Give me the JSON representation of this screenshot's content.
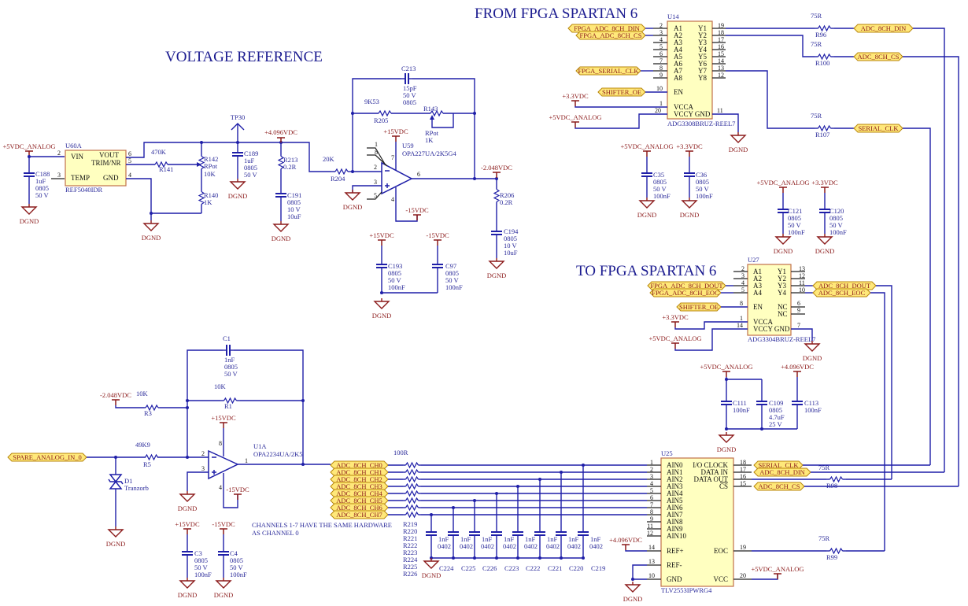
{
  "titles": {
    "voltage_reference": "VOLTAGE REFERENCE",
    "from_fpga": "FROM FPGA SPARTAN 6",
    "to_fpga": "TO FPGA SPARTAN 6"
  },
  "power": {
    "p5va": "+5VDC_ANALOG",
    "p33": "+3.3VDC",
    "p4096": "+4.096VDC",
    "m2048": "-2.048VDC",
    "p15": "+15VDC",
    "m15": "-15VDC",
    "gnd": "DGND",
    "tp30": "TP30"
  },
  "ports": {
    "fpga_din": "FPGA_ADC_8CH_DIN",
    "fpga_cs": "FPGA_ADC_8CH_CS",
    "fpga_clk": "FPGA_SERIAL_CLK",
    "shifter_oe": "SHIFTER_OE",
    "adc_din": "ADC_8CH_DIN",
    "adc_cs": "ADC_8CH_CS",
    "serial_clk": "SERIAL_CLK",
    "fpga_dout": "FPGA_ADC_8CH_DOUT",
    "fpga_eoc": "FPGA_ADC_8CH_EOC",
    "adc_dout": "ADC_8CH_DOUT",
    "adc_eoc": "ADC_8CH_EOC",
    "spare_in": "SPARE_ANALOG_IN_0",
    "channels": [
      "ADC_8CH_CH0",
      "ADC_8CH_CH1",
      "ADC_8CH_CH2",
      "ADC_8CH_CH3",
      "ADC_8CH_CH4",
      "ADC_8CH_CH5",
      "ADC_8CH_CH6",
      "ADC_8CH_CH7"
    ]
  },
  "ics": {
    "U60A": {
      "ref": "U60A",
      "part": "REF5040IDR",
      "vin": "VIN",
      "vout": "VOUT",
      "trim": "TRIM/NR",
      "temp": "TEMP",
      "gnd": "GND",
      "pins": {
        "vin": "2",
        "temp": "3",
        "vout": "6",
        "trim": "5",
        "gnd": "4"
      }
    },
    "U59": {
      "ref": "U59",
      "part": "OPA227UA/2K5G4",
      "pins": [
        "1",
        "8",
        "2",
        "3",
        "5",
        "7",
        "4",
        "6"
      ]
    },
    "U1A": {
      "ref": "U1A",
      "part": "OPA2234UA/2K5",
      "pins": [
        "2",
        "3",
        "1",
        "8",
        "4"
      ]
    },
    "U14": {
      "ref": "U14",
      "part": "ADG3308BRUZ-REEL7",
      "left": [
        "A1",
        "A2",
        "A3",
        "A4",
        "A5",
        "A6",
        "A7",
        "A8"
      ],
      "right": [
        "Y1",
        "Y2",
        "Y3",
        "Y4",
        "Y5",
        "Y6",
        "Y7",
        "Y8"
      ],
      "en": "EN",
      "vcca": "VCCA",
      "vccy_gnd": "VCCY GND",
      "left_pins": [
        "2",
        "3",
        "4",
        "5",
        "6",
        "7",
        "8",
        "9"
      ],
      "right_pins": [
        "19",
        "18",
        "17",
        "16",
        "15",
        "14",
        "13",
        "12"
      ],
      "en_pin": "10",
      "vcca_pin": "1",
      "vccy_pin": "20",
      "gnd_pin": "11"
    },
    "U27": {
      "ref": "U27",
      "part": "ADG3304BRUZ-REEL7",
      "left": [
        "A1",
        "A2",
        "A3",
        "A4"
      ],
      "right": [
        "Y1",
        "Y2",
        "Y3",
        "Y4"
      ],
      "en": "EN",
      "nc": "NC",
      "vcca": "VCCA",
      "vccy_gnd": "VCCY GND",
      "left_pins": [
        "2",
        "3",
        "4",
        "5"
      ],
      "right_pins": [
        "13",
        "12",
        "11",
        "10"
      ],
      "en_pin": "8",
      "nc_pins": [
        "6",
        "9"
      ],
      "vcca_pin": "1",
      "vccy_pin": "14",
      "gnd_pin": "7"
    },
    "U25": {
      "ref": "U25",
      "part": "TLV2553IPWRG4",
      "left": [
        "AIN0",
        "AIN1",
        "AIN2",
        "AIN3",
        "AIN4",
        "AIN5",
        "AIN6",
        "AIN7",
        "AIN8",
        "AIN9",
        "AIN10"
      ],
      "left_pins": [
        "1",
        "2",
        "3",
        "4",
        "5",
        "6",
        "7",
        "8",
        "9",
        "11",
        "12"
      ],
      "refp": "REF+",
      "refm": "REF-",
      "gnd": "GND",
      "refp_pin": "14",
      "refm_pin": "13",
      "gnd_pin": "10",
      "right": [
        "I/O CLOCK",
        "DATA IN",
        "DATA OUT",
        "CS"
      ],
      "right_pins": [
        "18",
        "17",
        "16",
        "15"
      ],
      "eoc": "EOC",
      "vcc": "VCC",
      "eoc_pin": "19",
      "vcc_pin": "20"
    }
  },
  "resistors": {
    "R141": [
      "R141",
      "470K"
    ],
    "R142": [
      "R142",
      "RPot",
      "10K"
    ],
    "R140": [
      "R140",
      "1K"
    ],
    "R213": [
      "R213",
      "0.2R"
    ],
    "R204": [
      "R204",
      "20K"
    ],
    "R205": [
      "R205",
      "9K53"
    ],
    "R143": [
      "R143",
      "RPot",
      "1K"
    ],
    "R206": [
      "R206",
      "0.2R"
    ],
    "R96": [
      "R96",
      "75R"
    ],
    "R100": [
      "R100",
      "75R"
    ],
    "R107": [
      "R107",
      "75R"
    ],
    "R98": [
      "R98",
      "75R"
    ],
    "R99": [
      "R99",
      "75R"
    ],
    "R5": [
      "R5",
      "49K9"
    ],
    "R3": [
      "R3",
      "10K"
    ],
    "R1": [
      "R1",
      "10K"
    ]
  },
  "capacitors": {
    "C188": [
      "C188",
      "1uF",
      "0805",
      "50 V"
    ],
    "C189": [
      "C189",
      "1uF",
      "0805",
      "50 V"
    ],
    "C191": [
      "C191",
      "0805",
      "10 V",
      "10uF"
    ],
    "C213": [
      "C213",
      "15pF",
      "50 V",
      "0805"
    ],
    "C194": [
      "C194",
      "0805",
      "10 V",
      "10uF"
    ],
    "C193": [
      "C193",
      "0805",
      "50 V",
      "100nF"
    ],
    "C97": [
      "C97",
      "0805",
      "50 V",
      "100nF"
    ],
    "C35": [
      "C35",
      "0805",
      "50 V",
      "100nF"
    ],
    "C36": [
      "C36",
      "0805",
      "50 V",
      "100nF"
    ],
    "C121": [
      "C121",
      "0805",
      "50 V",
      "100nF"
    ],
    "C120": [
      "C120",
      "0805",
      "50 V",
      "100nF"
    ],
    "C111": [
      "C111",
      "100nF"
    ],
    "C109": [
      "C109",
      "0805",
      "4.7uF",
      "25 V"
    ],
    "C113": [
      "C113",
      "100nF"
    ],
    "C1": [
      "C1",
      "1nF",
      "0805",
      "50 V"
    ],
    "C3": [
      "C3",
      "0805",
      "50 V",
      "100nF"
    ],
    "C4": [
      "C4",
      "0805",
      "50 V",
      "100nF"
    ]
  },
  "diode": {
    "ref": "D1",
    "type": "Tranzorb"
  },
  "channel_filter": {
    "resistor_value": "100R",
    "resistor_refs": [
      "R219",
      "R220",
      "R221",
      "R222",
      "R223",
      "R224",
      "R225",
      "R226"
    ],
    "cap_value": "1nF",
    "cap_package": "0402",
    "cap_refs": [
      "C224",
      "C225",
      "C226",
      "C223",
      "C222",
      "C221",
      "C220",
      "C219"
    ]
  },
  "note": [
    "CHANNELS 1-7 HAVE THE SAME HARDWARE",
    "AS CHANNEL 0"
  ],
  "colors": {
    "wire": "#1f1fa8",
    "power": "#8b1a1a",
    "ic_fill": "#ffffc0",
    "port_fill": "#ffe87a",
    "title": "#1c1c90"
  }
}
